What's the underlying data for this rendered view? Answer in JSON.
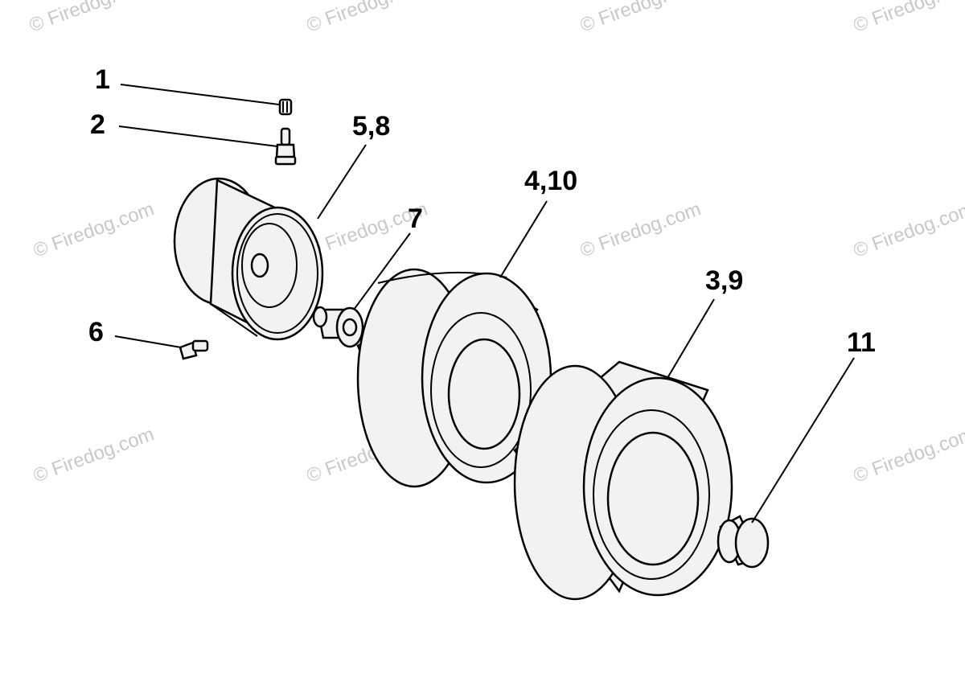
{
  "watermark": {
    "text": "© Firedog.com"
  },
  "callouts": [
    {
      "id": "1",
      "label": "1"
    },
    {
      "id": "2",
      "label": "2"
    },
    {
      "id": "5_8",
      "label": "5,8"
    },
    {
      "id": "7",
      "label": "7"
    },
    {
      "id": "4_10",
      "label": "4,10"
    },
    {
      "id": "3_9",
      "label": "3,9"
    },
    {
      "id": "6",
      "label": "6"
    },
    {
      "id": "11",
      "label": "11"
    }
  ]
}
